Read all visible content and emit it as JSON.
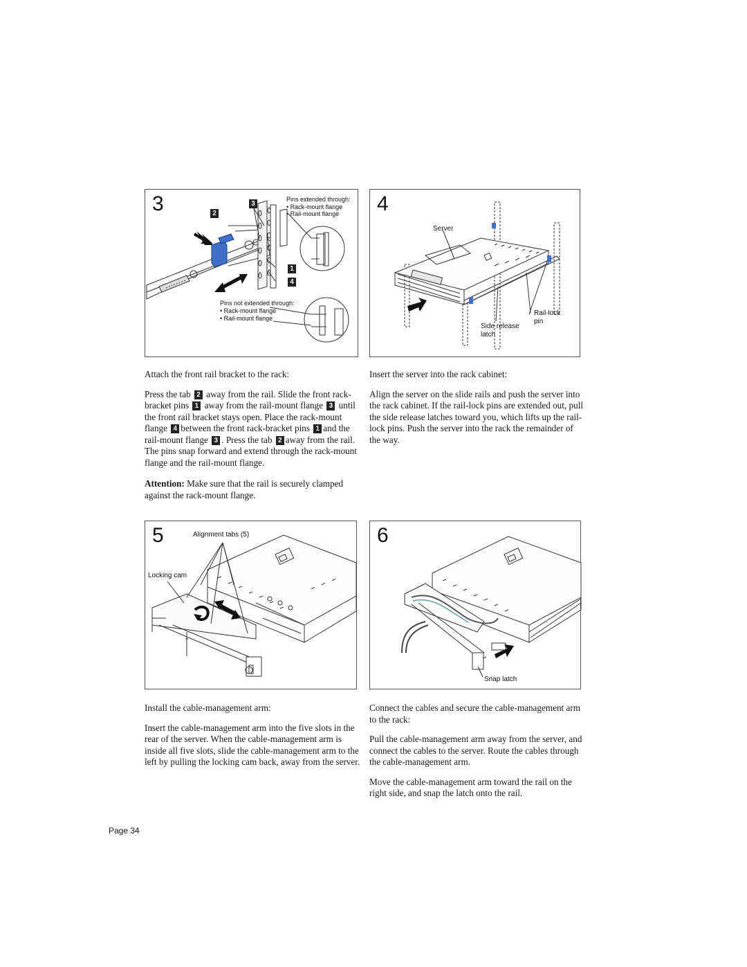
{
  "steps": [
    {
      "number": "3",
      "labels": {
        "pins_extended_title": "Pins extended through:",
        "pins_extended_item1": "• Rack-mount flange",
        "pins_extended_item2": "• Rail-mount flange",
        "pins_not_extended_title": "Pins not extended through:",
        "pins_not_extended_item1": "• Rack-mount flange",
        "pins_not_extended_item2": "• Rail-mount flange",
        "callout_1": "1",
        "callout_2": "2",
        "callout_3": "3",
        "callout_4": "4"
      },
      "caption": "Attach the front rail bracket to the rack:",
      "body_parts": [
        "Press the tab",
        "2",
        "away from the rail. Slide the front rack-bracket pins",
        "1",
        "away from the rail-mount flange",
        "3",
        "until the front rail bracket stays open. Place the rack-mount flange",
        "4",
        "between the front rack-bracket pins",
        "1",
        "and the rail-mount flange",
        "3",
        ". Press the tab",
        "2",
        "away from the rail. The pins snap forward and extend through the rack-mount flange and the rail-mount flange."
      ],
      "attention_label": "Attention:",
      "attention_text": "Make sure that the rail is securely clamped against the rack-mount flange."
    },
    {
      "number": "4",
      "labels": {
        "server": "Server",
        "rail_lock_pin": "Rail-lock pin",
        "side_release_latch": "Side release latch"
      },
      "caption": "Insert the server into the rack cabinet:",
      "body": "Align the server on the slide rails and push the server into the rack cabinet. If the rail-lock pins are extended out, pull the side release latches toward you, which lifts up the rail-lock pins. Push the server into the rack the remainder of the way."
    },
    {
      "number": "5",
      "labels": {
        "alignment_tabs": "Alignment tabs (5)",
        "locking_cam": "Locking cam"
      },
      "caption": "Install the cable-management arm:",
      "body": "Insert the cable-management arm into the five slots in the rear of the server. When the cable-management arm is inside all five slots, slide the cable-management arm to the left by pulling the locking cam back, away from the server."
    },
    {
      "number": "6",
      "labels": {
        "snap_latch": "Snap latch"
      },
      "caption": "Connect the cables and secure the cable-management arm to the rack:",
      "body": "Pull the cable-management arm away from the server, and connect the cables to the server. Route the cables through the cable-management arm.",
      "body2": "Move the cable-management arm toward the rail on the right side, and snap the latch onto the rail."
    }
  ],
  "colors": {
    "bracket_blue": "#3f6fc9",
    "line": "#333333"
  },
  "icons": [
    "push-arrow-icon",
    "slide-arrow-icon",
    "rotate-arrow-icon"
  ],
  "footer": {
    "page": "Page 34"
  }
}
